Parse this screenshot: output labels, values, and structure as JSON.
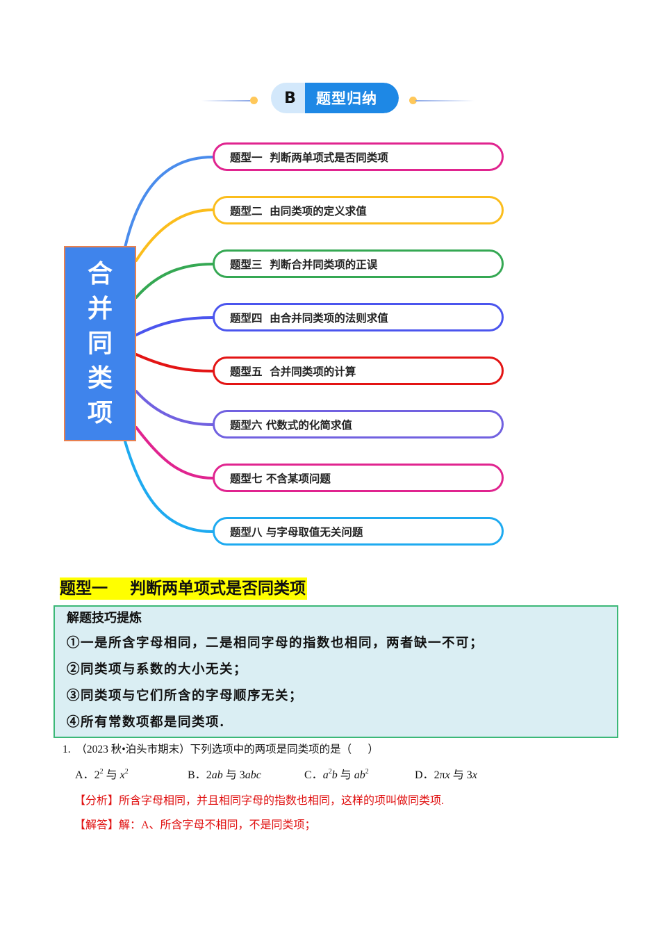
{
  "section_header": {
    "letter": "B",
    "title": "题型归纳",
    "colors": {
      "letter_bg": "#d3e8fb",
      "title_bg": "#1e88e5",
      "dot": "#ffc85a"
    }
  },
  "mindmap": {
    "root": {
      "chars": [
        "合",
        "并",
        "同",
        "类",
        "项"
      ],
      "bg": "#3f84ec",
      "border": "#e8804f"
    },
    "nodes": [
      {
        "label": "题型一  判断两单项式是否同类项",
        "color": "#e0248f",
        "branch_color": "#4a8cec"
      },
      {
        "label": "题型二  由同类项的定义求值",
        "color": "#fbbd1c",
        "branch_color": "#fbbd1c"
      },
      {
        "label": "题型三  判断合并同类项的正误",
        "color": "#35a853",
        "branch_color": "#35a853"
      },
      {
        "label": "题型四  由合并同类项的法则求值",
        "color": "#4b55ee",
        "branch_color": "#4b55ee"
      },
      {
        "label": "题型五  合并同类项的计算",
        "color": "#e31414",
        "branch_color": "#e31414"
      },
      {
        "label": "题型六 代数式的化简求值",
        "color": "#7161e0",
        "branch_color": "#7161e0"
      },
      {
        "label": "题型七 不含某项问题",
        "color": "#e0248f",
        "branch_color": "#e0248f"
      },
      {
        "label": "题型八 与字母取值无关问题",
        "color": "#1eaaf0",
        "branch_color": "#1eaaf0"
      }
    ]
  },
  "topic": {
    "heading": "题型一    判断两单项式是否同类项",
    "highlight": "#ffff00"
  },
  "tips": {
    "title": "解题技巧提炼",
    "items": [
      "①一是所含字母相同，二是相同字母的指数也相同，两者缺一不可；",
      "②同类项与系数的大小无关；",
      "③同类项与它们所含的字母顺序无关；",
      "④所有常数项都是同类项."
    ],
    "bg": "#daeef3",
    "border": "#3cb878"
  },
  "question": {
    "number": "1.",
    "stem": "（2023 秋•泊头市期末）下列选项中的两项是同类项的是（      ）",
    "options": [
      {
        "key": "A．",
        "text": "2² 与 x²"
      },
      {
        "key": "B．",
        "text": "2ab 与 3abc"
      },
      {
        "key": "C．",
        "text": "a²b 与 ab²"
      },
      {
        "key": "D．",
        "text": "2πx 与 3x"
      }
    ],
    "analysis": "【分析】所含字母相同，并且相同字母的指数也相同，这样的项叫做同类项.",
    "answer": "【解答】解：A、所含字母不相同，不是同类项；",
    "solution_color": "#e01010"
  }
}
